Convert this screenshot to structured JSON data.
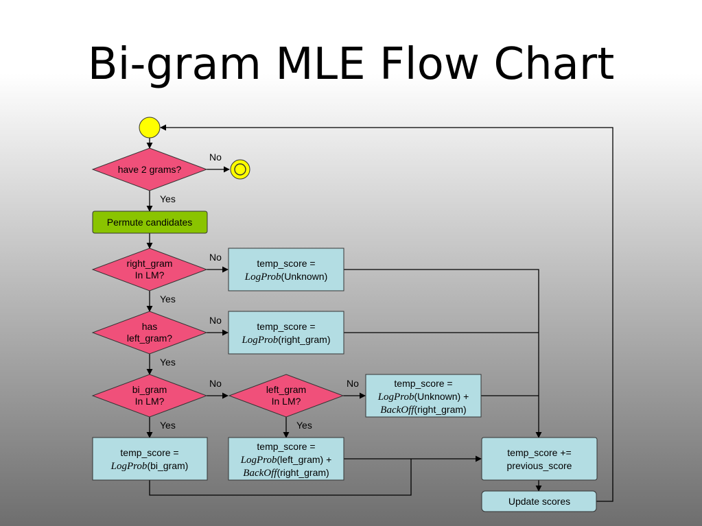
{
  "title": "Bi-gram MLE Flow Chart",
  "nodes": {
    "have2grams": "have 2 grams?",
    "permute": "Permute candidates",
    "right_gram": [
      "right_gram",
      "In LM?"
    ],
    "has_left": [
      "has",
      "left_gram?"
    ],
    "bi_gram": [
      "bi_gram",
      "In LM?"
    ],
    "left_gram": [
      "left_gram",
      "In LM?"
    ],
    "unk1": {
      "l1": "temp_score =",
      "f": "LogProb",
      "a": "(Unknown)"
    },
    "right1": {
      "l1": "temp_score =",
      "f": "LogProb",
      "a": "(right_gram)"
    },
    "unk_back": {
      "l1": "temp_score =",
      "f1": "LogProb",
      "a1": "(Unknown) +",
      "f2": "BackOff",
      "a2": "(right_gram)"
    },
    "bigram_score": {
      "l1": "temp_score =",
      "f": "LogProb",
      "a": "(bi_gram)"
    },
    "left_back": {
      "l1": "temp_score =",
      "f1": "LogProb",
      "a1": "(left_gram) +",
      "f2": "BackOff",
      "a2": "(right_gram)"
    },
    "accumulate": [
      "temp_score +=",
      "previous_score"
    ],
    "update": "Update scores"
  },
  "edges": {
    "no": "No",
    "yes": "Yes"
  },
  "colors": {
    "start": "#ffff00",
    "decision": "#f0507a",
    "process": "#b3dde3",
    "permute": "#8ac400"
  }
}
